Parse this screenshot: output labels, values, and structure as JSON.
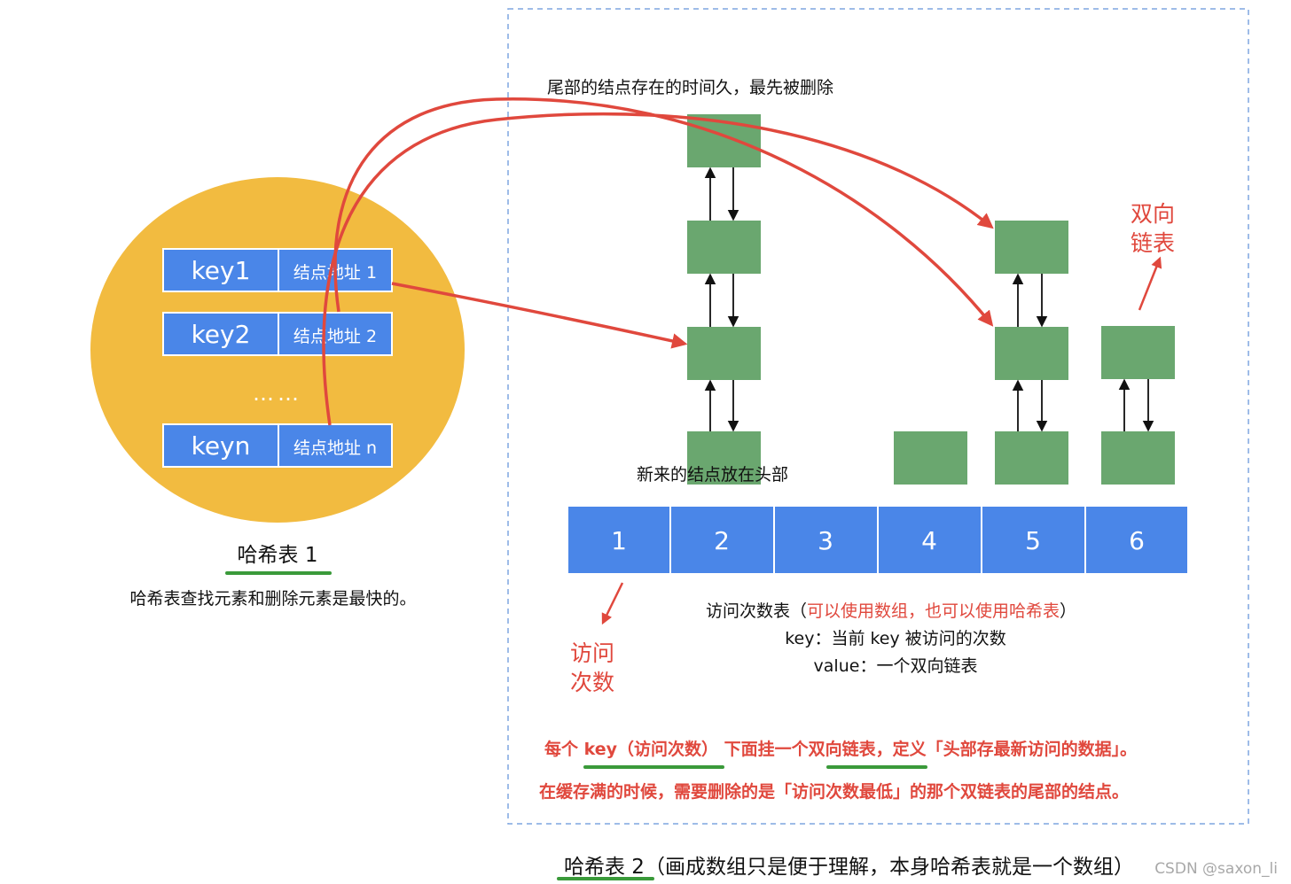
{
  "hash_table_1": {
    "rows": [
      {
        "key": "key1",
        "value": "结点地址 1"
      },
      {
        "key": "key2",
        "value": "结点地址 2"
      },
      {
        "key": "keyn",
        "value": "结点地址 n"
      }
    ],
    "ellipsis": "……",
    "title": "哈希表 1",
    "caption": "哈希表查找元素和删除元素是最快的。"
  },
  "hash_table_2": {
    "tail_note": "尾部的结点存在的时间久，最先被删除",
    "head_note": "新来的结点放在头部",
    "dll_label": [
      "双向",
      "链表"
    ],
    "array_cells": [
      "1",
      "2",
      "3",
      "4",
      "5",
      "6"
    ],
    "access_label": [
      "访问",
      "次数"
    ],
    "table_desc": {
      "line1_prefix": "访问次数表（",
      "line1_red": "可以使用数组，也可以使用哈希表",
      "line1_suffix": "）",
      "line2": "key：当前 key 被访问的次数",
      "line3": "value：一个双向链表"
    },
    "summary_line1": {
      "part1": "每个 ",
      "key_highlight": "key（访问次数）",
      "part2": " 下面挂一个",
      "dll_highlight": "双向链表",
      "part3": "，定义「头部存最新访问的数据」。"
    },
    "summary_line2": "在缓存满的时候，需要删除的是「访问次数最低」的那个双链表的尾部的结点。",
    "bottom_title_underlined": "哈希表 2",
    "bottom_title_rest": "（画成数组只是便于理解，本身哈希表就是一个数组）"
  },
  "watermark": "CSDN @saxon_li",
  "colors": {
    "ellipse": "#f2bb40",
    "blue_cell": "#4a86e8",
    "green_node": "#6aa76f",
    "red": "#e0483d",
    "underline_green": "#3a9a3a",
    "dashed_border": "#7ea6e0"
  }
}
